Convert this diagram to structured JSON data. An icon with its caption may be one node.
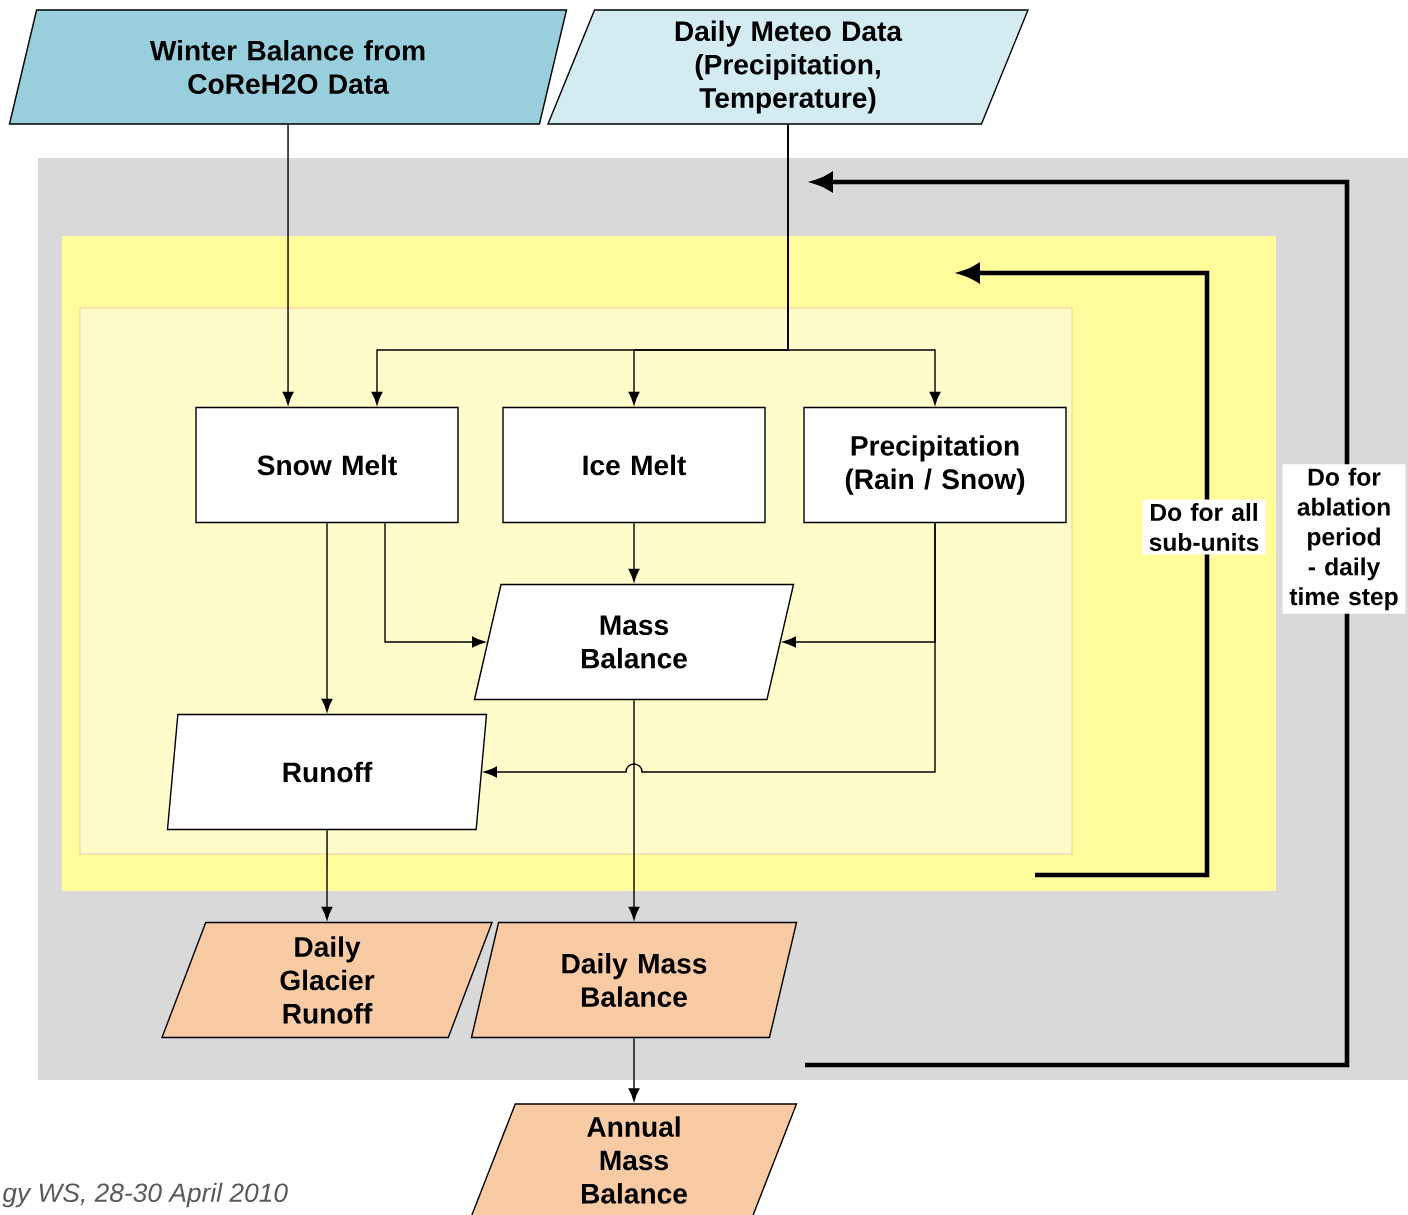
{
  "diagram": {
    "nodes": [
      {
        "text": [
          "Winter Balance from CoReH2O Data"
        ]
      },
      {
        "text": [
          "Daily Meteo Data (Precipitation, Temperature)"
        ]
      },
      {
        "text": [
          "Snow Melt"
        ]
      },
      {
        "text": [
          "Ice Melt"
        ]
      },
      {
        "text": [
          "Precipitation (Rain / Snow)"
        ]
      },
      {
        "text": [
          "Mass Balance"
        ]
      },
      {
        "text": [
          "Runoff"
        ]
      },
      {
        "text": [
          "Daily Glacier Runoff"
        ]
      },
      {
        "text": [
          "Daily Mass Balance"
        ]
      },
      {
        "text": [
          "Annual Mass Balance"
        ]
      }
    ],
    "edges": [
      {
        "from": 0,
        "to": 2,
        "arrow": "to"
      },
      {
        "from": 1,
        "to": 2,
        "arrow": "to"
      },
      {
        "from": 1,
        "to": 3,
        "arrow": "to"
      },
      {
        "from": 1,
        "to": 4,
        "arrow": "to"
      },
      {
        "from": 2,
        "to": 6,
        "arrow": "to"
      },
      {
        "from": 2,
        "to": 5,
        "arrow": "to"
      },
      {
        "from": 3,
        "to": 5,
        "arrow": "to"
      },
      {
        "from": 4,
        "to": 5,
        "arrow": "to"
      },
      {
        "from": 4,
        "to": 6,
        "arrow": "to"
      },
      {
        "from": 5,
        "to": 8,
        "arrow": "to"
      },
      {
        "from": 6,
        "to": 7,
        "arrow": "to"
      },
      {
        "from": 8,
        "to": 9,
        "arrow": "to"
      }
    ],
    "labels": [
      "Do for all sub-units",
      "Do for ablation period - daily time step",
      "gy WS, 28-30 April 2010"
    ]
  }
}
